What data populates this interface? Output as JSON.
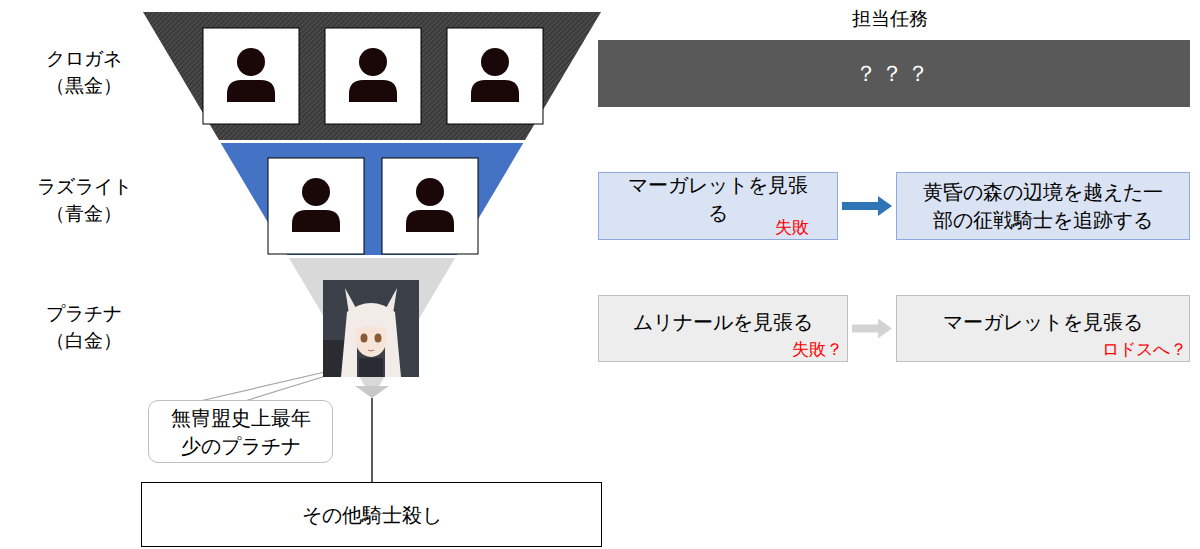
{
  "diagram": {
    "nodes": [
      {
        "text": [
          "クロガネ （黒金）"
        ]
      },
      {
        "text": [
          "？？？"
        ]
      },
      {
        "text": [
          "ラズライト （青金）"
        ]
      },
      {
        "text": [
          "マーガレットを見張る",
          "失敗"
        ]
      },
      {
        "text": [
          "黄昏の森の辺境を越えた一 部の征戦騎士を追跡する"
        ]
      },
      {
        "text": [
          "プラチナ （白金）"
        ]
      },
      {
        "text": [
          "ムリナールを見張る",
          "失敗？"
        ]
      },
      {
        "text": [
          "マーガレットを見張る",
          "ロドスへ？"
        ]
      },
      {
        "text": [
          "無冑盟史上最年 少のプラチナ"
        ]
      },
      {
        "text": [
          "その他騎士殺し"
        ]
      }
    ],
    "edges": [
      {
        "from": 3,
        "to": 4,
        "arrow": "to"
      },
      {
        "from": 6,
        "to": 7,
        "arrow": "to"
      },
      {
        "from": 5,
        "to": 9,
        "arrow": "none"
      }
    ],
    "labels": [
      "担当任務"
    ]
  }
}
